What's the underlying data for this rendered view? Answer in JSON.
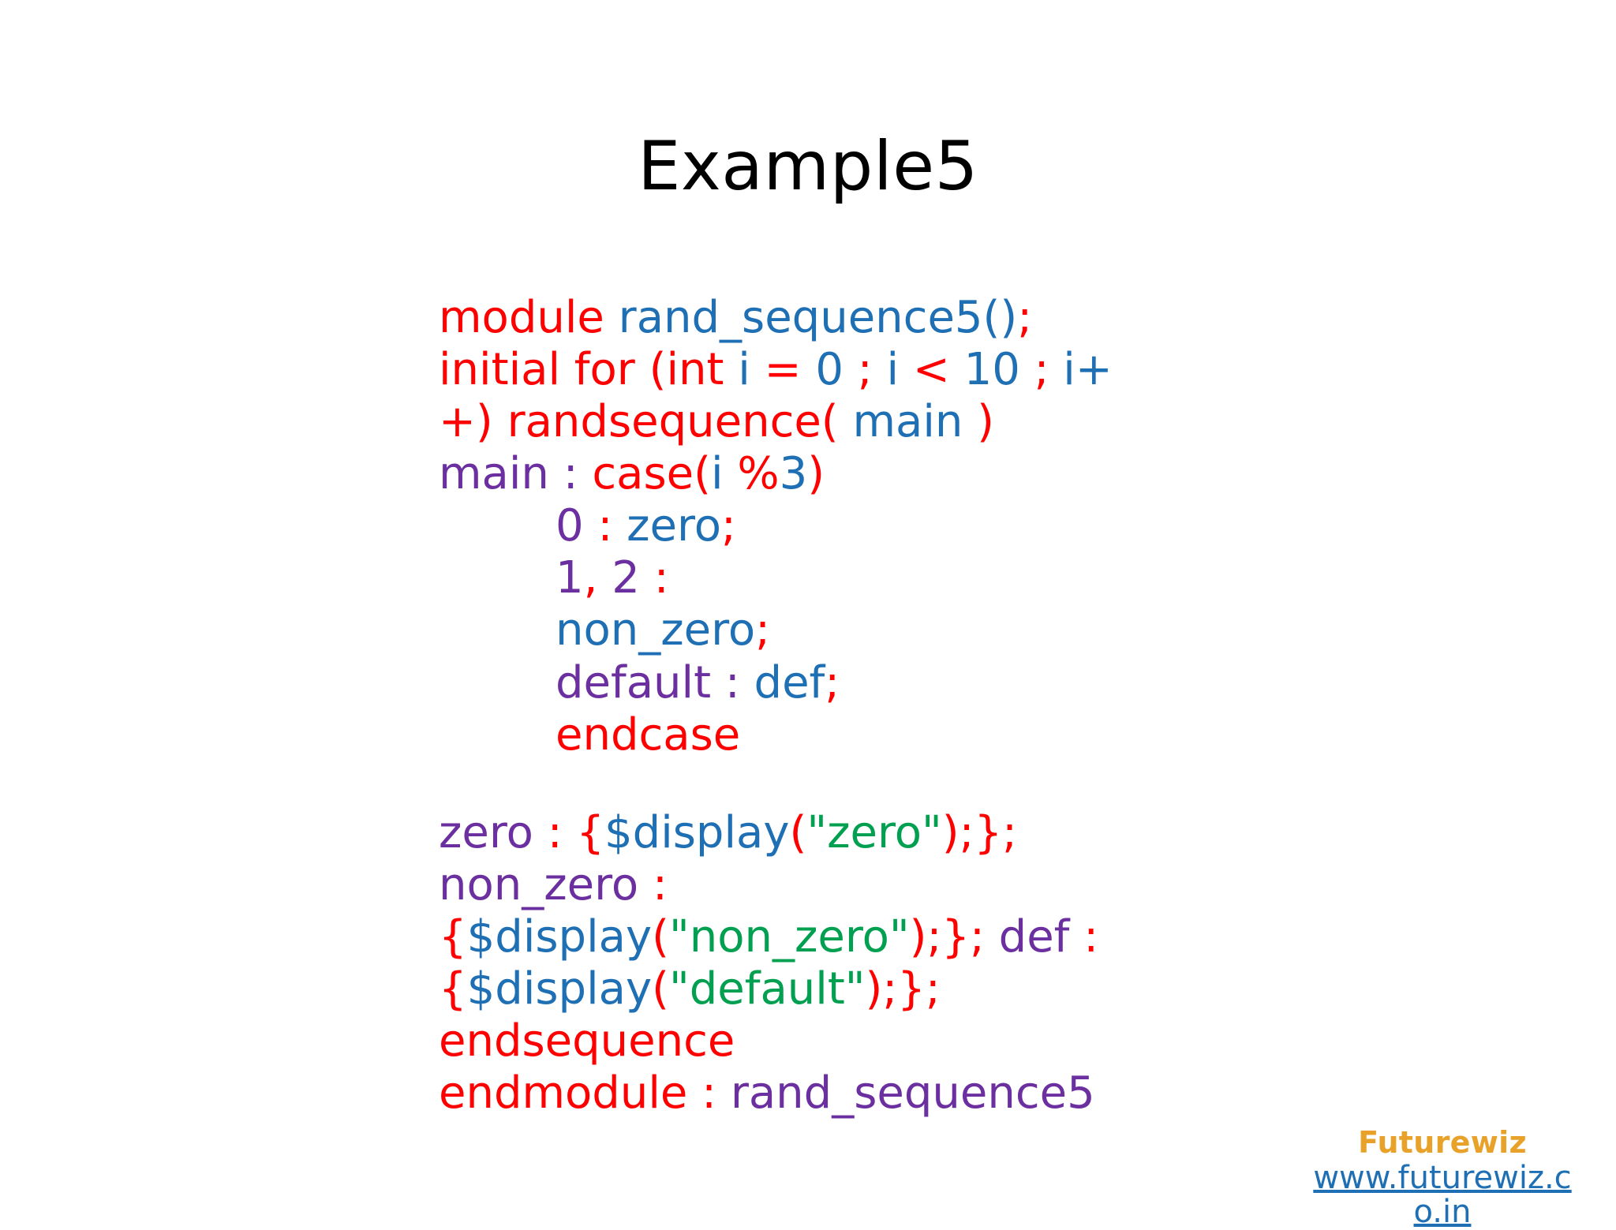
{
  "slide": {
    "title": "Example5",
    "background_color": "#FFFFFF"
  },
  "colors": {
    "keyword_red": "#FF0000",
    "identifier_blue": "#1F6FB4",
    "label_purple": "#6B2FA0",
    "string_green": "#00A050",
    "title_black": "#000000",
    "brand_orange": "#E8A129",
    "link_blue": "#1F6FB4"
  },
  "code_top": {
    "lines": [
      {
        "indent": false,
        "tokens": [
          {
            "text": "module ",
            "color": "red"
          },
          {
            "text": "rand_sequence5()",
            "color": "blue"
          },
          {
            "text": ";",
            "color": "red"
          }
        ]
      },
      {
        "indent": false,
        "tokens": [
          {
            "text": "initial for (int ",
            "color": "red"
          },
          {
            "text": "i",
            "color": "blue"
          },
          {
            "text": " = ",
            "color": "red"
          },
          {
            "text": "0",
            "color": "blue"
          },
          {
            "text": " ; ",
            "color": "red"
          },
          {
            "text": "i",
            "color": "blue"
          },
          {
            "text": " < ",
            "color": "red"
          },
          {
            "text": "10",
            "color": "blue"
          },
          {
            "text": " ; ",
            "color": "red"
          },
          {
            "text": "i+",
            "color": "blue"
          }
        ]
      },
      {
        "indent": false,
        "tokens": [
          {
            "text": "+) randsequence( ",
            "color": "red"
          },
          {
            "text": "main",
            "color": "blue"
          },
          {
            "text": " )",
            "color": "red"
          }
        ]
      },
      {
        "indent": false,
        "tokens": [
          {
            "text": "main",
            "color": "purple"
          },
          {
            "text": " :",
            "color": "purple"
          },
          {
            "text": " case(",
            "color": "red"
          },
          {
            "text": "i",
            "color": "blue"
          },
          {
            "text": " %",
            "color": "red"
          },
          {
            "text": "3",
            "color": "blue"
          },
          {
            "text": ")",
            "color": "red"
          }
        ]
      },
      {
        "indent": true,
        "tokens": [
          {
            "text": "0",
            "color": "purple"
          },
          {
            "text": " : ",
            "color": "red"
          },
          {
            "text": "zero",
            "color": "blue"
          },
          {
            "text": ";",
            "color": "red"
          }
        ]
      },
      {
        "indent": true,
        "tokens": [
          {
            "text": "1",
            "color": "purple"
          },
          {
            "text": ", ",
            "color": "red"
          },
          {
            "text": "2",
            "color": "purple"
          },
          {
            "text": " :",
            "color": "red"
          }
        ]
      },
      {
        "indent": true,
        "tokens": [
          {
            "text": "non_zero",
            "color": "blue"
          },
          {
            "text": ";",
            "color": "red"
          }
        ]
      },
      {
        "indent": true,
        "tokens": [
          {
            "text": "default",
            "color": "purple"
          },
          {
            "text": " : ",
            "color": "purple"
          },
          {
            "text": "def",
            "color": "blue"
          },
          {
            "text": ";",
            "color": "red"
          }
        ]
      },
      {
        "indent": true,
        "tokens": [
          {
            "text": "endcase",
            "color": "red"
          }
        ]
      }
    ]
  },
  "code_bottom": {
    "lines": [
      {
        "indent": false,
        "tokens": [
          {
            "text": "zero",
            "color": "purple"
          },
          {
            "text": " : ",
            "color": "red"
          },
          {
            "text": "{",
            "color": "red"
          },
          {
            "text": "$display",
            "color": "blue"
          },
          {
            "text": "(",
            "color": "red"
          },
          {
            "text": "\"zero\"",
            "color": "green"
          },
          {
            "text": ");};",
            "color": "red"
          }
        ]
      },
      {
        "indent": false,
        "tokens": [
          {
            "text": "non_zero",
            "color": "purple"
          },
          {
            "text": " :",
            "color": "red"
          }
        ]
      },
      {
        "indent": false,
        "tokens": [
          {
            "text": "{",
            "color": "red"
          },
          {
            "text": "$display",
            "color": "blue"
          },
          {
            "text": "(",
            "color": "red"
          },
          {
            "text": "\"non_zero\"",
            "color": "green"
          },
          {
            "text": ");}; ",
            "color": "red"
          },
          {
            "text": "def",
            "color": "purple"
          },
          {
            "text": " :",
            "color": "red"
          }
        ]
      },
      {
        "indent": false,
        "tokens": [
          {
            "text": "{",
            "color": "red"
          },
          {
            "text": "$display",
            "color": "blue"
          },
          {
            "text": "(",
            "color": "red"
          },
          {
            "text": "\"default\"",
            "color": "green"
          },
          {
            "text": ");};",
            "color": "red"
          }
        ]
      },
      {
        "indent": false,
        "tokens": [
          {
            "text": "endsequence",
            "color": "red"
          }
        ]
      },
      {
        "indent": false,
        "tokens": [
          {
            "text": "endmodule : ",
            "color": "red"
          },
          {
            "text": "rand_sequence5",
            "color": "purple"
          }
        ]
      }
    ]
  },
  "footer": {
    "brand": "Futurewiz",
    "link_text": "www.futurewiz.co.in"
  }
}
